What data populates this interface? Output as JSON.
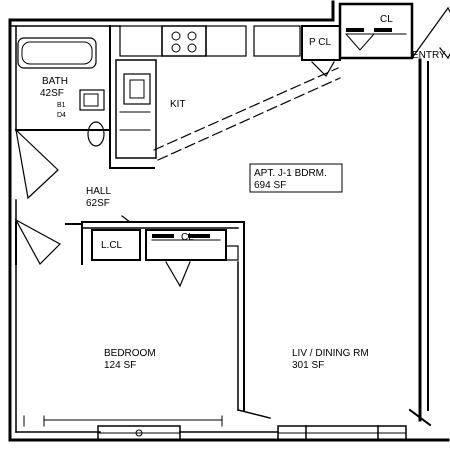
{
  "rooms": {
    "bath": {
      "name": "BATH",
      "area": "42SF",
      "code1": "B1",
      "code2": "D4"
    },
    "kitchen": {
      "name": "KIT"
    },
    "hall": {
      "name": "HALL",
      "area": "62SF"
    },
    "apartment": {
      "name": "APT. J-1 BDRM.",
      "area": "694 SF"
    },
    "bedroom": {
      "name": "BEDROOM",
      "area": "124 SF"
    },
    "living": {
      "name": "LIV / DINING RM",
      "area": "301 SF"
    }
  },
  "closets": {
    "entry_closet": "CL",
    "pantry_closet": "P CL",
    "linen_closet": "L.CL",
    "bedroom_closet": "CL"
  },
  "entry": {
    "label": "ENTRY"
  }
}
